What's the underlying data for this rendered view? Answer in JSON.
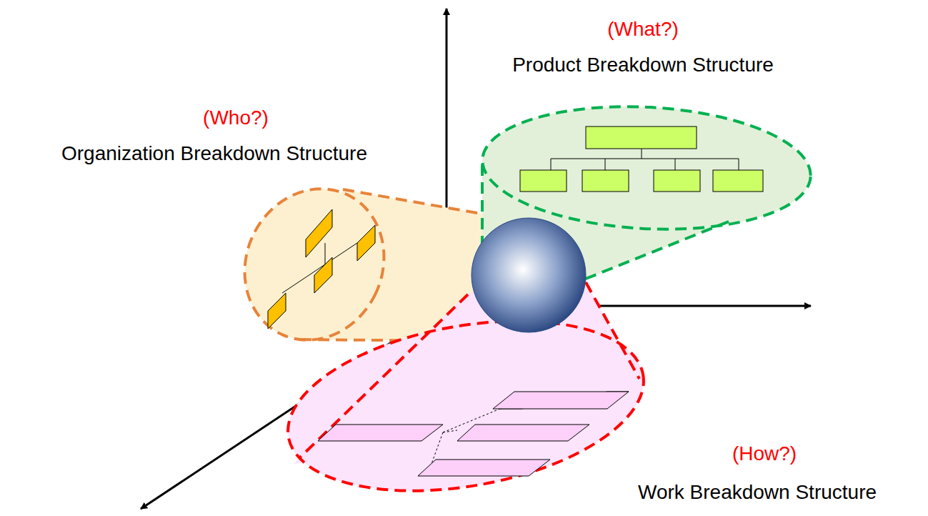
{
  "diagram": {
    "labels": [
      "(What?)",
      "Product Breakdown Structure",
      "(Who?)",
      "Organization Breakdown Structure",
      "(How?)",
      "Work Breakdown Structure"
    ]
  }
}
